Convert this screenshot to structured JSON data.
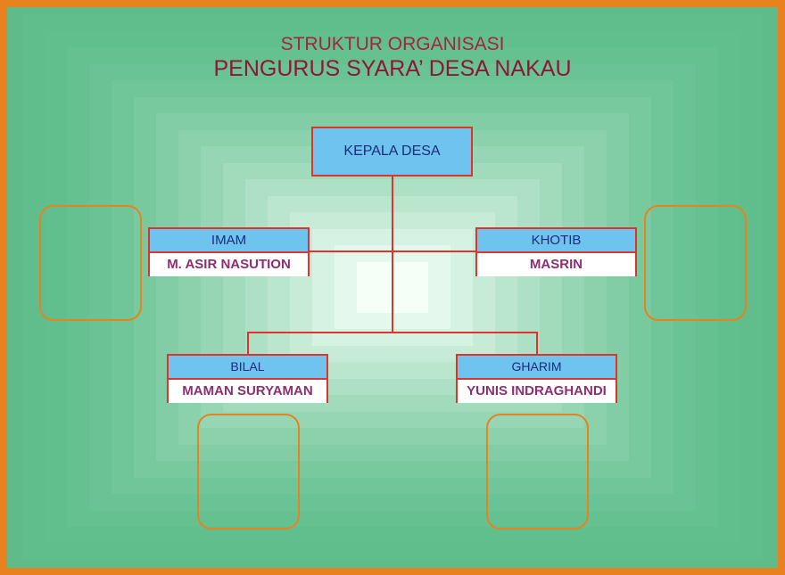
{
  "title": {
    "line1": "STRUKTUR ORGANISASI",
    "line2": "PENGURUS SYARA’ DESA NAKAU"
  },
  "head": {
    "role": "KEPALA DESA"
  },
  "members": [
    {
      "role": "IMAM",
      "name": "M. ASIR NASUTION"
    },
    {
      "role": "KHOTIB",
      "name": "MASRIN"
    },
    {
      "role": "BILAL",
      "name": "MAMAN SURYAMAN"
    },
    {
      "role": "GHARIM",
      "name": "YUNIS INDRAGHANDI"
    }
  ],
  "colors": {
    "border": "#e8821e",
    "line": "#e0332b",
    "header_fill": "#6ec3ef",
    "title": "#8c1736",
    "name_text": "#8c2f72"
  }
}
